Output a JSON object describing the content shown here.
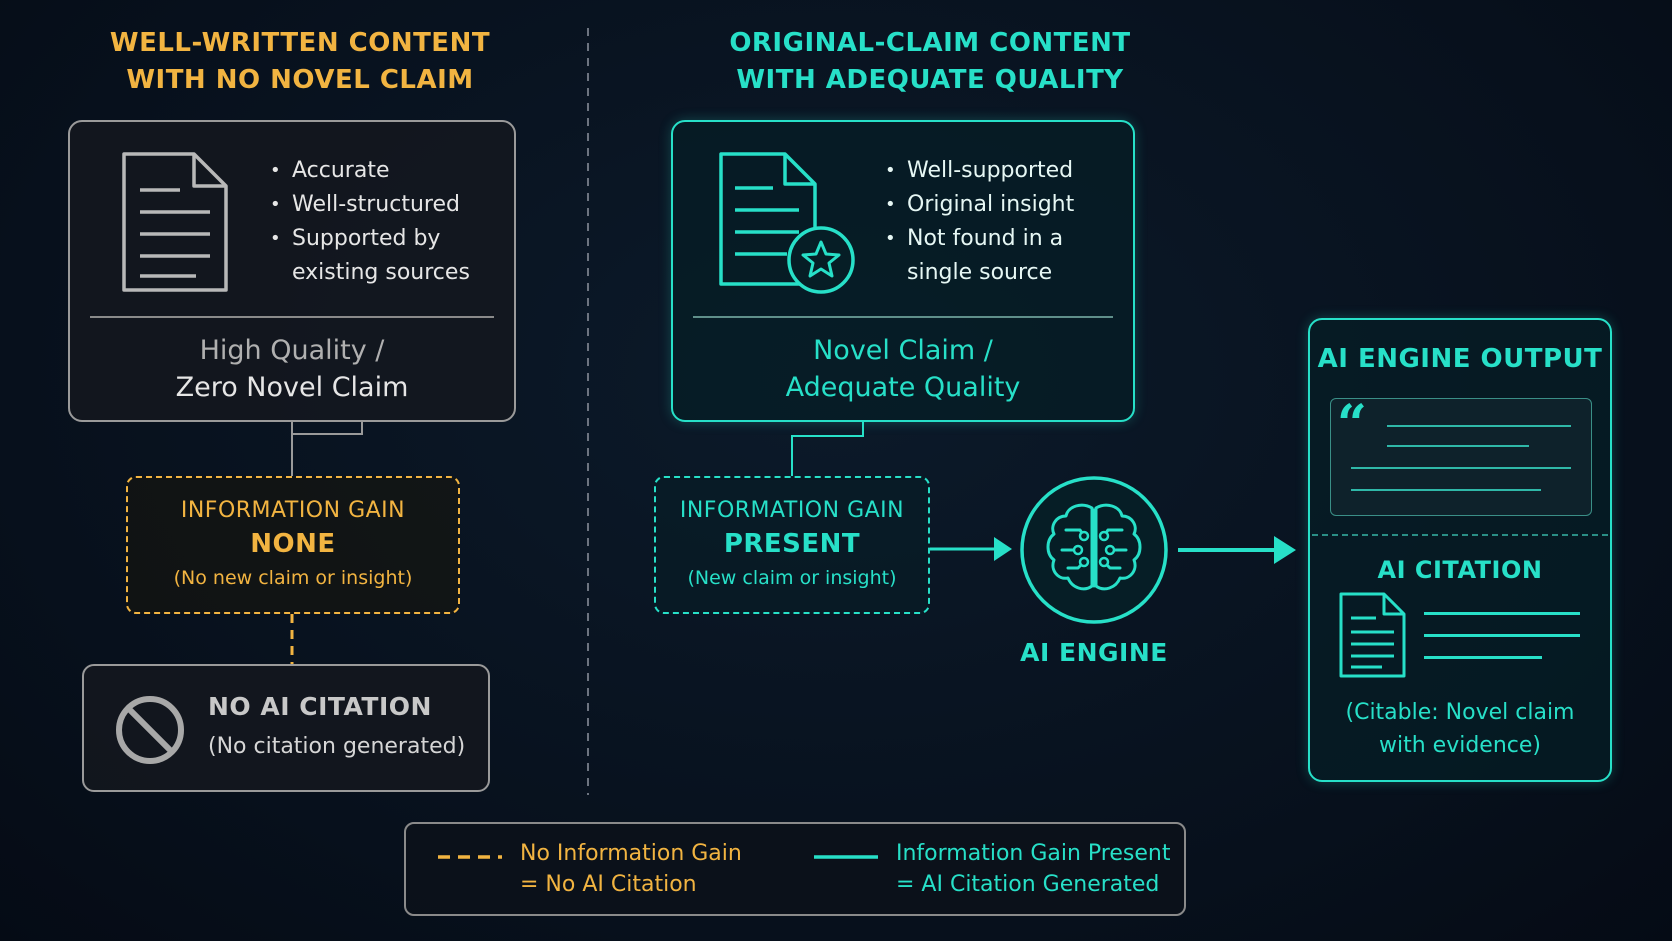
{
  "left": {
    "heading_line1": "WELL-WRITTEN CONTENT",
    "heading_line2": "WITH NO NOVEL CLAIM",
    "bullets": [
      {
        "line1": "Accurate",
        "line2": ""
      },
      {
        "line1": "Well-structured",
        "line2": ""
      },
      {
        "line1": "Supported by",
        "line2": "existing sources"
      }
    ],
    "footer_line1": "High Quality /",
    "footer_line2": "Zero Novel Claim",
    "gain_title": "INFORMATION GAIN",
    "gain_value": "NONE",
    "gain_note": "(No new claim or insight)",
    "result_title": "NO AI CITATION",
    "result_note": "(No citation generated)"
  },
  "right": {
    "heading_line1": "ORIGINAL-CLAIM CONTENT",
    "heading_line2": "WITH ADEQUATE QUALITY",
    "bullets": [
      {
        "line1": "Well-supported",
        "line2": ""
      },
      {
        "line1": "Original insight",
        "line2": ""
      },
      {
        "line1": "Not found in a",
        "line2": "single source"
      }
    ],
    "footer_line1": "Novel Claim /",
    "footer_line2": "Adequate Quality",
    "gain_title": "INFORMATION GAIN",
    "gain_value": "PRESENT",
    "gain_note": "(New claim or insight)"
  },
  "engine": {
    "label": "AI ENGINE"
  },
  "output": {
    "title": "AI ENGINE OUTPUT",
    "citation_title": "AI CITATION",
    "citation_note_line1": "(Citable: Novel claim",
    "citation_note_line2": "with evidence)"
  },
  "legend": {
    "dashed_line1": "No Information Gain",
    "dashed_line2": "= No AI Citation",
    "solid_line1": "Information Gain Present",
    "solid_line2": "= AI Citation Generated"
  },
  "colors": {
    "gold": "#f2b441",
    "teal": "#27e0c8",
    "gray": "#9a9a9a",
    "background": "#08121f"
  },
  "icons": [
    "document-icon",
    "document-star-icon",
    "prohibited-icon",
    "brain-circuit-icon",
    "quote-icon",
    "citation-document-icon"
  ]
}
